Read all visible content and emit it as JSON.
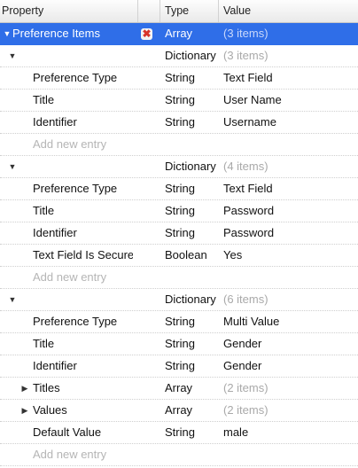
{
  "header": {
    "property": "Property",
    "type": "Type",
    "value": "Value"
  },
  "rows": [
    {
      "kind": "item",
      "indent": 0,
      "disc": "open",
      "property": "Preference Items",
      "type": "Array",
      "value": "(3 items)",
      "muted": true,
      "selected": true,
      "delete": true
    },
    {
      "kind": "item",
      "indent": 1,
      "disc": "open",
      "property": "",
      "type": "Dictionary",
      "value": "(3 items)",
      "muted": true
    },
    {
      "kind": "item",
      "indent": 2,
      "property": "Preference Type",
      "type": "String",
      "value": "Text Field"
    },
    {
      "kind": "item",
      "indent": 2,
      "property": "Title",
      "type": "String",
      "value": "User Name"
    },
    {
      "kind": "item",
      "indent": 2,
      "property": "Identifier",
      "type": "String",
      "value": "Username"
    },
    {
      "kind": "add",
      "indent": 2,
      "property": "Add new entry"
    },
    {
      "kind": "item",
      "indent": 1,
      "disc": "open",
      "property": "",
      "type": "Dictionary",
      "value": "(4 items)",
      "muted": true
    },
    {
      "kind": "item",
      "indent": 2,
      "property": "Preference Type",
      "type": "String",
      "value": "Text Field"
    },
    {
      "kind": "item",
      "indent": 2,
      "property": "Title",
      "type": "String",
      "value": "Password"
    },
    {
      "kind": "item",
      "indent": 2,
      "property": "Identifier",
      "type": "String",
      "value": "Password"
    },
    {
      "kind": "item",
      "indent": 2,
      "property": "Text Field Is Secure",
      "type": "Boolean",
      "value": "Yes"
    },
    {
      "kind": "add",
      "indent": 2,
      "property": "Add new entry"
    },
    {
      "kind": "item",
      "indent": 1,
      "disc": "open",
      "property": "",
      "type": "Dictionary",
      "value": "(6 items)",
      "muted": true
    },
    {
      "kind": "item",
      "indent": 2,
      "property": "Preference Type",
      "type": "String",
      "value": "Multi Value"
    },
    {
      "kind": "item",
      "indent": 2,
      "property": "Title",
      "type": "String",
      "value": "Gender"
    },
    {
      "kind": "item",
      "indent": 2,
      "property": "Identifier",
      "type": "String",
      "value": "Gender"
    },
    {
      "kind": "item",
      "indent": 2,
      "disc": "closed",
      "property": "Titles",
      "type": "Array",
      "value": "(2 items)",
      "muted": true
    },
    {
      "kind": "item",
      "indent": 2,
      "disc": "closed",
      "property": "Values",
      "type": "Array",
      "value": "(2 items)",
      "muted": true
    },
    {
      "kind": "item",
      "indent": 2,
      "property": "Default Value",
      "type": "String",
      "value": "male"
    },
    {
      "kind": "add",
      "indent": 2,
      "property": "Add new entry"
    }
  ],
  "icons": {
    "open": "disclosure-open-icon",
    "closed": "disclosure-closed-icon",
    "delete": "delete-x-icon"
  },
  "colors": {
    "selection": "#2f6ee8",
    "muted": "#a9a9a9",
    "delete": "#d8342b"
  }
}
